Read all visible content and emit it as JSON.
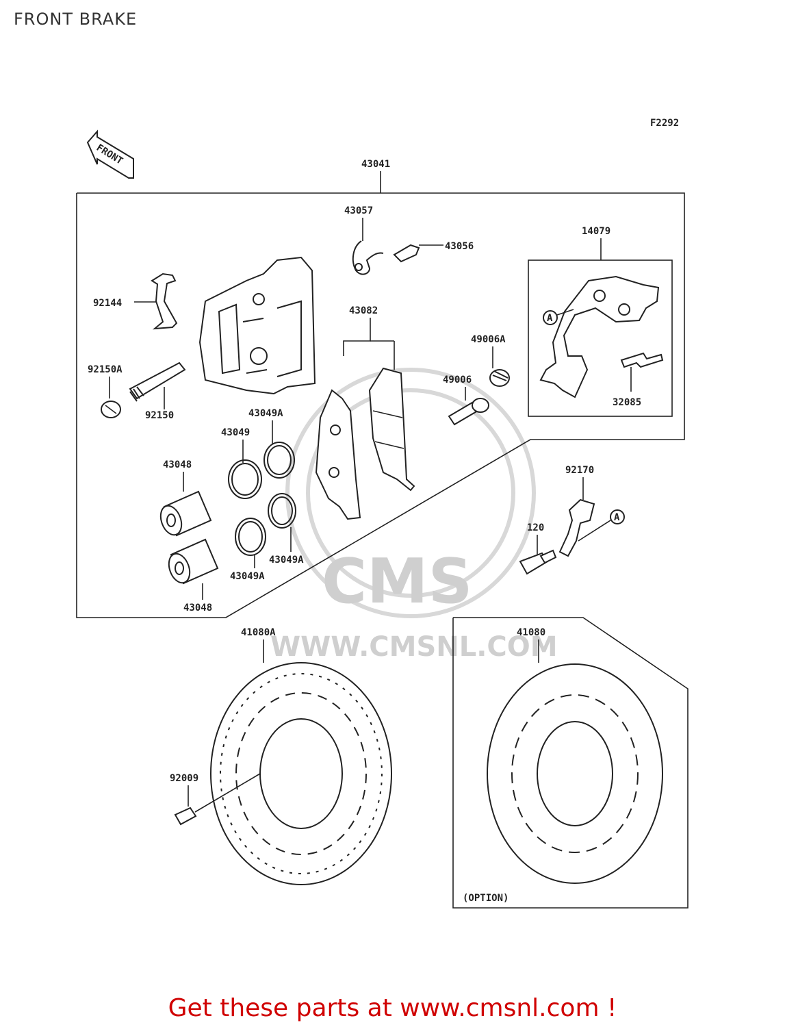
{
  "title": "FRONT BRAKE",
  "figure_code": "F2292",
  "front_arrow_label": "FRONT",
  "watermark": {
    "logo": "CMS",
    "url": "WWW.CMSNL.COM"
  },
  "option_label": "(OPTION)",
  "ref_marker": "A",
  "labels": {
    "p43041": "43041",
    "p43057": "43057",
    "p43056": "43056",
    "p14079": "14079",
    "p92144": "92144",
    "p43082": "43082",
    "p49006A": "49006A",
    "p92150A": "92150A",
    "p49006": "49006",
    "p92150": "92150",
    "p43049A_top": "43049A",
    "p43049": "43049",
    "p32085": "32085",
    "p43048_top": "43048",
    "p92170": "92170",
    "p120": "120",
    "p43049A_mid": "43049A",
    "p43049A_low": "43049A",
    "p43048_low": "43048",
    "p41080A": "41080A",
    "p41080": "41080",
    "p92009": "92009"
  },
  "promo": "Get these parts at www.cmsnl.com !",
  "colors": {
    "promo": "#d00000",
    "line": "#222222",
    "watermark": "#cfcfcf"
  }
}
